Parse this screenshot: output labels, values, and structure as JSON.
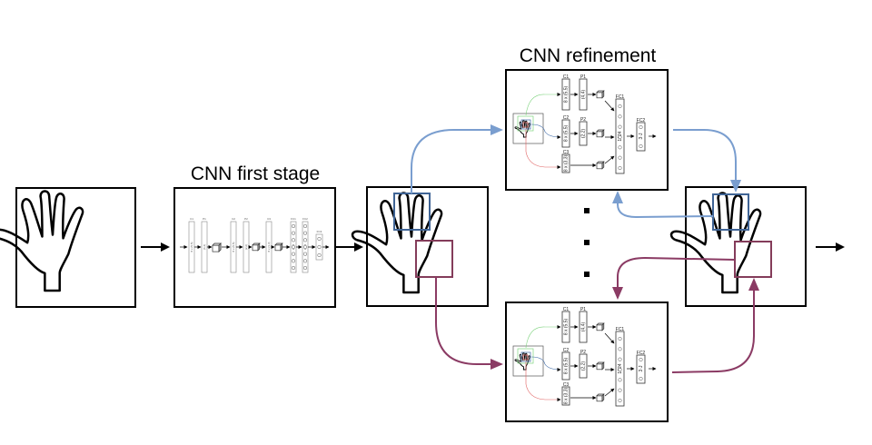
{
  "titles": {
    "first_stage": "CNN first stage",
    "refinement": "CNN refinement"
  },
  "colors": {
    "blue_region": "#3f6495",
    "blue_arrow": "#7a9ecf",
    "purple_region": "#843c5a",
    "purple_arrow": "#8b3b64",
    "green_branch": "#7fd37f",
    "red_branch": "#e06060",
    "dark_blue_branch": "#3e6aa8"
  },
  "ellipsis_dots": 3,
  "first_stage_net": {
    "layers": [
      {
        "name": "C1",
        "label": "8 x (5,5)"
      },
      {
        "name": "P1",
        "label": "(4,4)"
      },
      {
        "name": "C2",
        "label": "8 x (5,5)"
      },
      {
        "name": "P2",
        "label": "(2,2)"
      },
      {
        "name": "C3",
        "label": "8 x (3,3)"
      },
      {
        "name": "FC1",
        "label": "1024"
      },
      {
        "name": "FC2",
        "label": "1024"
      },
      {
        "name": "FC3",
        "label": "3·J"
      }
    ]
  },
  "refinement_net": {
    "branches": [
      {
        "conv": "C1",
        "conv_label": "8 x (5,5)",
        "pool": "P1",
        "pool_label": "(4,4)"
      },
      {
        "conv": "C2",
        "conv_label": "8 x (5,5)",
        "pool": "P2",
        "pool_label": "(2,2)"
      },
      {
        "conv": "C3",
        "conv_label": "8 x (3,3)"
      }
    ],
    "fc1": {
      "name": "FC1",
      "label": "1024"
    },
    "fc2": {
      "name": "FC2",
      "label": "3·J"
    }
  }
}
